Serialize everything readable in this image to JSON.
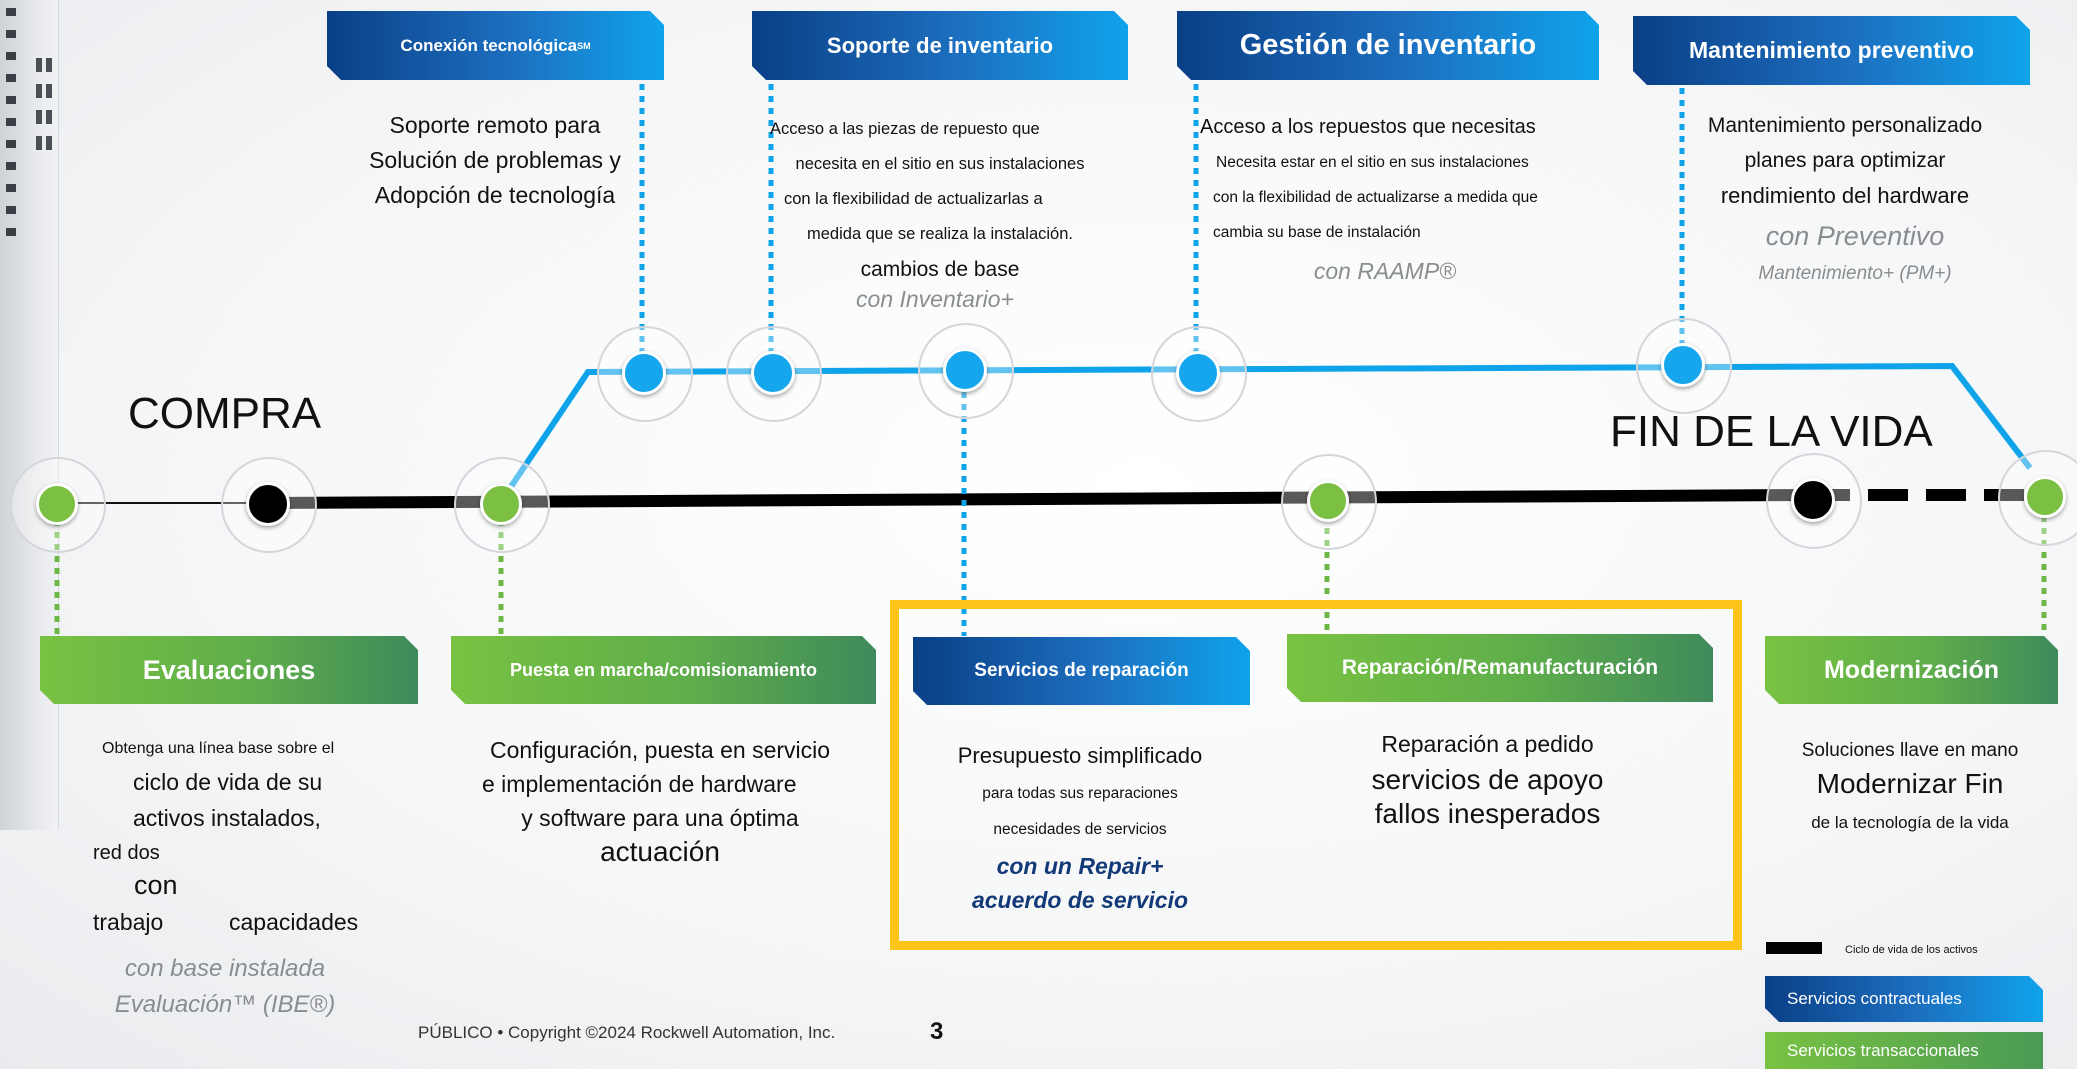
{
  "colors": {
    "contract_blue": "#0fa3ea",
    "navy": "#0a3f86",
    "transaction_green": "#6bb845",
    "lifecycle_black": "#000000",
    "highlight_yellow": "#fcc419"
  },
  "lifecycle": {
    "start_label": "COMPRA",
    "end_label": "FIN DE LA VIDA"
  },
  "top": {
    "tech": {
      "title": "Conexión tecnológica",
      "title_sup": "SM",
      "lines": [
        "Soporte remoto para",
        "Solución de problemas y",
        "Adopción de tecnología"
      ]
    },
    "inv_support": {
      "title": "Soporte de inventario",
      "lines": [
        "Acceso a las piezas de repuesto que",
        "necesita en el sitio en sus instalaciones",
        "con la flexibilidad de actualizarlas a",
        "medida que se realiza la instalación.",
        "cambios de base"
      ],
      "program": "con Inventario+"
    },
    "inv_mgmt": {
      "title": "Gestión de inventario",
      "lines": [
        "Acceso a los repuestos que necesitas",
        "Necesita estar en el sitio en sus instalaciones",
        "con la flexibilidad de actualizarse a medida que",
        "cambia su base de instalación"
      ],
      "program": "con RAAMP®"
    },
    "preventive": {
      "title": "Mantenimiento preventivo",
      "lines": [
        "Mantenimiento personalizado",
        "planes para optimizar",
        "rendimiento del hardware"
      ],
      "program_1": "con Preventivo",
      "program_2": "Mantenimiento+ (PM+)"
    }
  },
  "bottom": {
    "eval": {
      "title": "Evaluaciones",
      "lines": [
        "Obtenga una línea base sobre el",
        "ciclo de vida de su",
        "activos instalados,",
        "red dos",
        "con",
        "trabajo",
        "capacidades"
      ],
      "program_1": "con base instalada",
      "program_2": "Evaluación™ (IBE®)"
    },
    "startup": {
      "title": "Puesta en marcha/comisionamiento",
      "lines": [
        "Configuración, puesta en servicio",
        "e implementación de hardware",
        "y software para una óptima",
        "actuación"
      ]
    },
    "repair_services": {
      "title": "Servicios de reparación",
      "lines": [
        "Presupuesto simplificado",
        "para todas sus reparaciones",
        "necesidades de servicios"
      ],
      "program_1": "con un Repair+",
      "program_2": "acuerdo de servicio"
    },
    "reman": {
      "title": "Reparación/Remanufacturación",
      "lines": [
        "Reparación a pedido",
        "servicios de apoyo",
        "fallos inesperados"
      ]
    },
    "modern": {
      "title": "Modernización",
      "lines": [
        "Soluciones llave en mano",
        "Modernizar Fin",
        "de la tecnología de la vida"
      ]
    }
  },
  "legend": {
    "lifecycle": "Ciclo de vida de los activos",
    "contract": "Servicios contractuales",
    "transaction": "Servicios transaccionales"
  },
  "footer": {
    "copyright": "PÚBLICO • Copyright ©2024 Rockwell Automation, Inc.",
    "page": "3"
  }
}
